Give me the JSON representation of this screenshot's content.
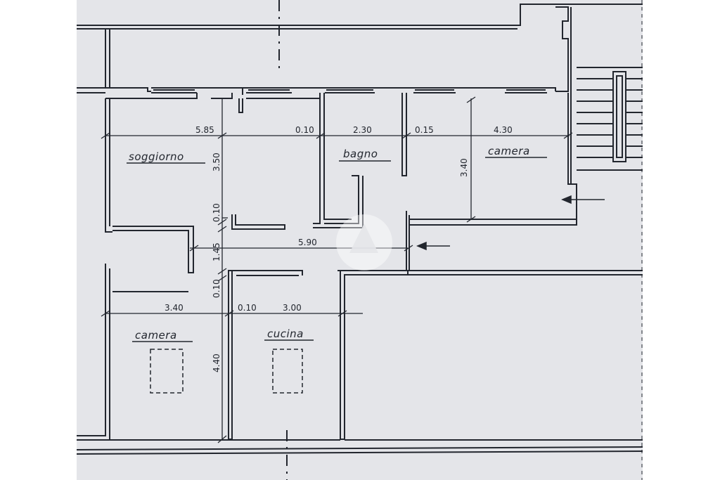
{
  "rooms": [
    {
      "label": "soggiorno"
    },
    {
      "label": "bagno"
    },
    {
      "label": "camera"
    },
    {
      "label": "camera"
    },
    {
      "label": "cucina"
    }
  ],
  "dimensions": {
    "top_row": [
      "5.85",
      "0.10",
      "2.30",
      "0.15",
      "4.30"
    ],
    "vertical_left": [
      "3.50",
      "0.10",
      "1.45",
      "0.10",
      "4.40"
    ],
    "vertical_right": [
      "3.40"
    ],
    "corridor": [
      "5.90"
    ],
    "bottom_row": [
      "3.40",
      "0.10",
      "3.00"
    ]
  },
  "colors": {
    "paper": "#e4e5e9",
    "ink": "#22262e",
    "watermark": "#ffffff"
  }
}
